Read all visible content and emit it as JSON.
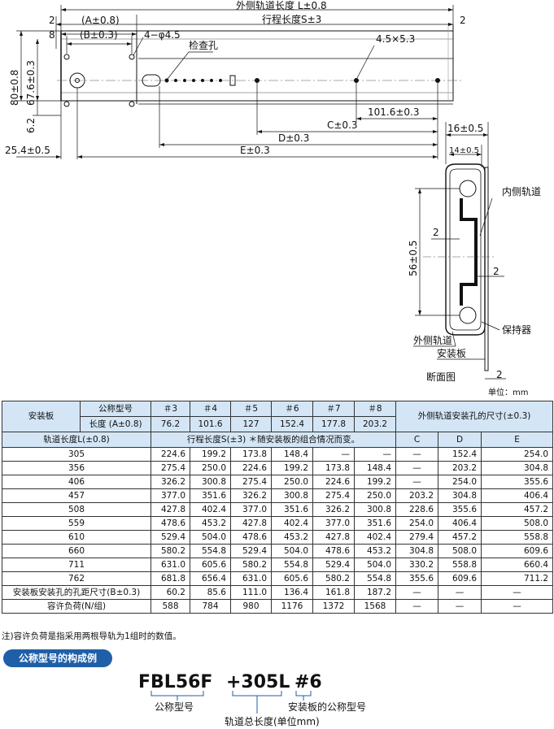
{
  "drawing": {
    "dims": {
      "outer_length": "外侧轨道长度 L±0.8",
      "stroke": "行程长度S±3",
      "a": "(A±0.8)",
      "b": "(B±0.3)",
      "two_left": "2",
      "eight": "8",
      "two_right": "2",
      "holes4": "4−φ4.5",
      "inspection_hole": "检查孔",
      "slot": "4.5×5.3",
      "h80": "80±0.8",
      "h676": "67.6±0.3",
      "h62": "6.2",
      "d1016": "101.6±0.3",
      "c": "C±0.3",
      "d": "D±0.3",
      "e": "E±0.3",
      "d254": "25.4±0.5"
    },
    "section": {
      "w16": "16±0.5",
      "w14": "14±0.5",
      "inner_rail": "内侧轨道",
      "h56": "56±0.5",
      "two_a": "2",
      "two_b": "2",
      "retainer": "保持器",
      "outer_rail": "外侧轨道",
      "mounting_plate": "安装板",
      "section_view": "断面图",
      "two_c": "2"
    },
    "unit": "单位：mm"
  },
  "table": {
    "plate": "安装板",
    "model": "公称型号",
    "length": "长度 (A±0.8)",
    "models": [
      "＃3",
      "＃4",
      "＃5",
      "＃6",
      "＃7",
      "＃8"
    ],
    "lengths": [
      "76.2",
      "101.6",
      "127",
      "152.4",
      "177.8",
      "203.2"
    ],
    "outer_hole": "外侧轨道安装孔的尺寸(±0.3)",
    "rail_length": "轨道长度L(±0.8)",
    "stroke_note": "行程长度S(±3)  ＊随安装板的组合情况而变。",
    "cde": [
      "C",
      "D",
      "E"
    ],
    "rows": [
      [
        "305",
        "224.6",
        "199.2",
        "173.8",
        "148.4",
        "—",
        "—",
        "—",
        "152.4",
        "254.0"
      ],
      [
        "356",
        "275.4",
        "250.0",
        "224.6",
        "199.2",
        "173.8",
        "148.4",
        "—",
        "203.2",
        "304.8"
      ],
      [
        "406",
        "326.2",
        "300.8",
        "275.4",
        "250.0",
        "224.6",
        "199.2",
        "—",
        "254.0",
        "355.6"
      ],
      [
        "457",
        "377.0",
        "351.6",
        "326.2",
        "300.8",
        "275.4",
        "250.0",
        "203.2",
        "304.8",
        "406.4"
      ],
      [
        "508",
        "427.8",
        "402.4",
        "377.0",
        "351.6",
        "326.2",
        "300.8",
        "228.6",
        "355.6",
        "457.2"
      ],
      [
        "559",
        "478.6",
        "453.2",
        "427.8",
        "402.4",
        "377.0",
        "351.6",
        "254.0",
        "406.4",
        "508.0"
      ],
      [
        "610",
        "529.4",
        "504.0",
        "478.6",
        "453.2",
        "427.8",
        "402.4",
        "279.4",
        "457.2",
        "558.8"
      ],
      [
        "660",
        "580.2",
        "554.8",
        "529.4",
        "504.0",
        "478.6",
        "453.2",
        "304.8",
        "508.0",
        "609.6"
      ],
      [
        "711",
        "631.0",
        "605.6",
        "580.2",
        "554.8",
        "529.4",
        "504.0",
        "330.2",
        "558.8",
        "660.4"
      ],
      [
        "762",
        "681.8",
        "656.4",
        "631.0",
        "605.6",
        "580.2",
        "554.8",
        "355.6",
        "609.6",
        "711.2"
      ]
    ],
    "pitch_label": "安装板安装孔的孔距尺寸(B±0.3)",
    "pitch": [
      "60.2",
      "85.6",
      "111.0",
      "136.4",
      "161.8",
      "187.2",
      "—",
      "—",
      "—"
    ],
    "load_label": "容许负荷(N/组)",
    "load": [
      "588",
      "784",
      "980",
      "1176",
      "1372",
      "1568",
      "—",
      "—",
      "—"
    ]
  },
  "note": "注)容许负荷是指采用两根导轨为1组时的数值。",
  "example": {
    "badge": "公称型号的构成例",
    "code_model": "FBL56F",
    "code_length": "+305L",
    "code_plate": "#6",
    "label_model": "公称型号",
    "label_length": "轨道总长度(单位mm)",
    "label_plate": "安装板的公称型号"
  }
}
